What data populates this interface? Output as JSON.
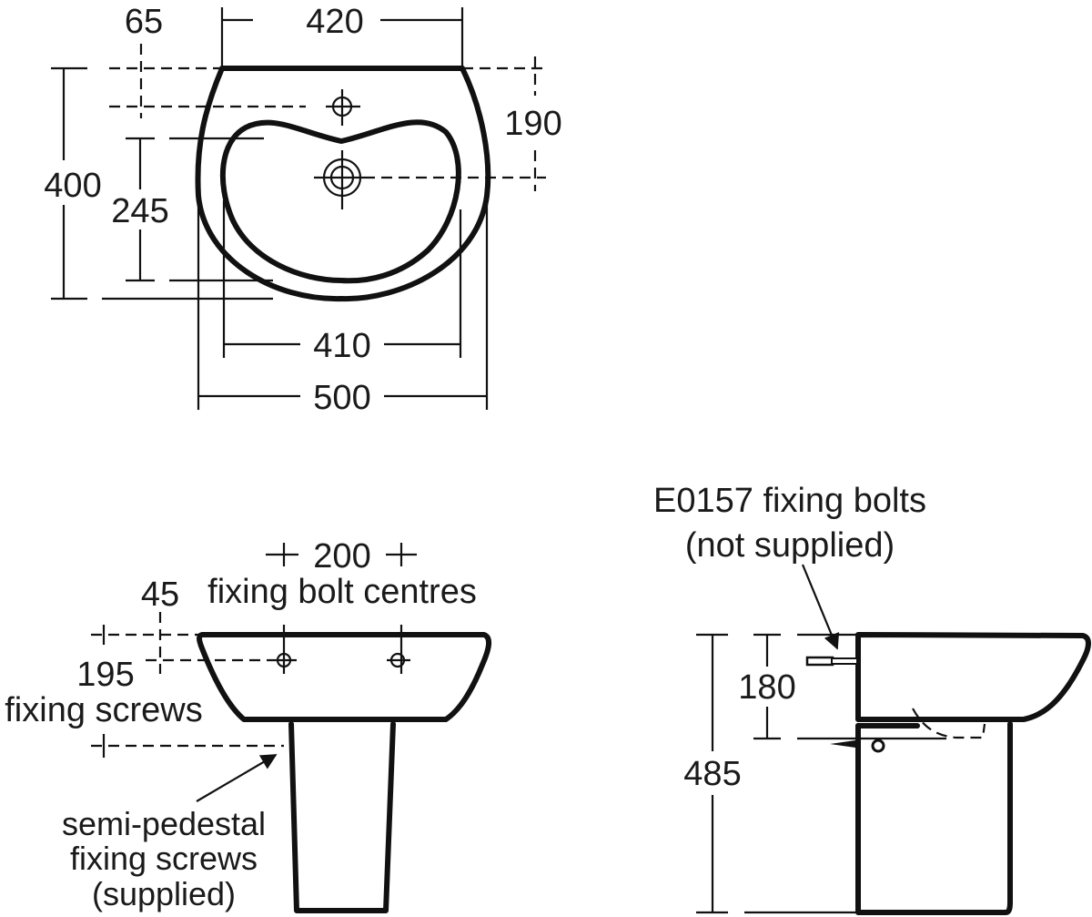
{
  "top_view": {
    "dim_width_top": "420",
    "dim_tap_offset": "65",
    "dim_depth": "400",
    "dim_bowl_depth": "245",
    "dim_waste_to_wall": "190",
    "dim_bowl_width": "410",
    "dim_overall_width": "500"
  },
  "front_view": {
    "dim_bolt_centres": "200",
    "bolt_centres_label": "fixing bolt centres",
    "dim_bolt_height": "45",
    "dim_screw_drop": "195",
    "screw_label": "fixing screws",
    "pedestal_label_line1": "semi-pedestal",
    "pedestal_label_line2": "fixing screws",
    "pedestal_label_line3": "(supplied)"
  },
  "side_view": {
    "bolts_label_line1": "E0157 fixing bolts",
    "bolts_label_line2": "(not supplied)",
    "dim_basin_height": "180",
    "dim_overall_height": "485"
  }
}
